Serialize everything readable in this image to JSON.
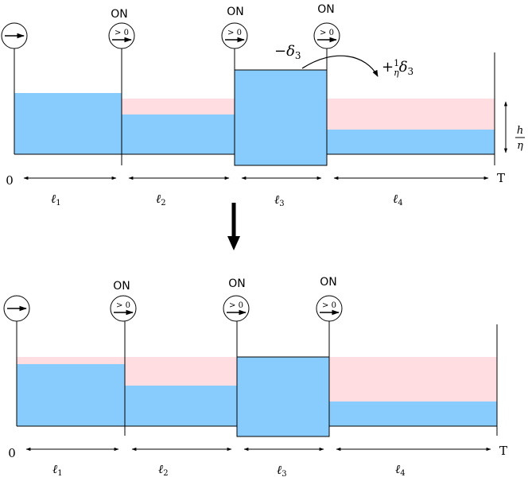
{
  "colors": {
    "fill": "#88ccfe",
    "pending": "#ffdde0",
    "stroke": "#000000"
  },
  "top_panel": {
    "on_labels": [
      "ON",
      "ON",
      "ON"
    ],
    "gauge_labels": [
      "> 0",
      "> 0",
      "> 0"
    ],
    "start_label": "0",
    "end_label": "T",
    "segment_labels": [
      "ℓ1",
      "ℓ2",
      "ℓ3",
      "ℓ4"
    ],
    "transfer_minus": "−δ3",
    "transfer_plus": "+ 1/η δ3",
    "height_label": "h/η"
  },
  "bottom_panel": {
    "on_labels": [
      "ON",
      "ON",
      "ON"
    ],
    "gauge_labels": [
      "> 0",
      "> 0",
      "> 0"
    ],
    "start_label": "0",
    "end_label": "T",
    "segment_labels": [
      "ℓ1",
      "ℓ2",
      "ℓ3",
      "ℓ4"
    ]
  },
  "icons": [
    "right-arrow-gauge-icon",
    "greater-than-zero-gauge-icon",
    "transition-down-arrow-icon"
  ]
}
